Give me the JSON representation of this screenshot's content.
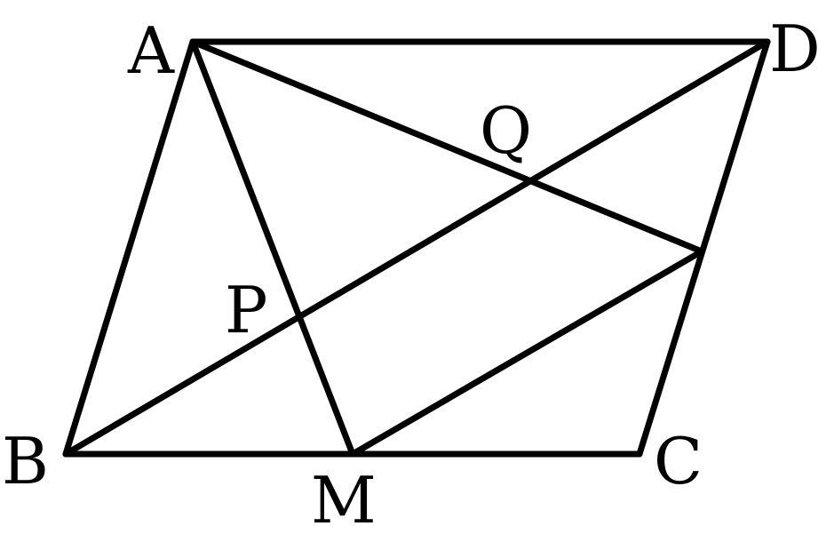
{
  "figure": {
    "points": {
      "A": "A",
      "B": "B",
      "C": "C",
      "D": "D",
      "M": "M",
      "P": "P",
      "Q": "Q"
    },
    "segments": [
      "AB",
      "BC",
      "CD",
      "DA",
      "AM",
      "BD",
      "AE",
      "ME"
    ],
    "stroke_color": "#000000"
  }
}
